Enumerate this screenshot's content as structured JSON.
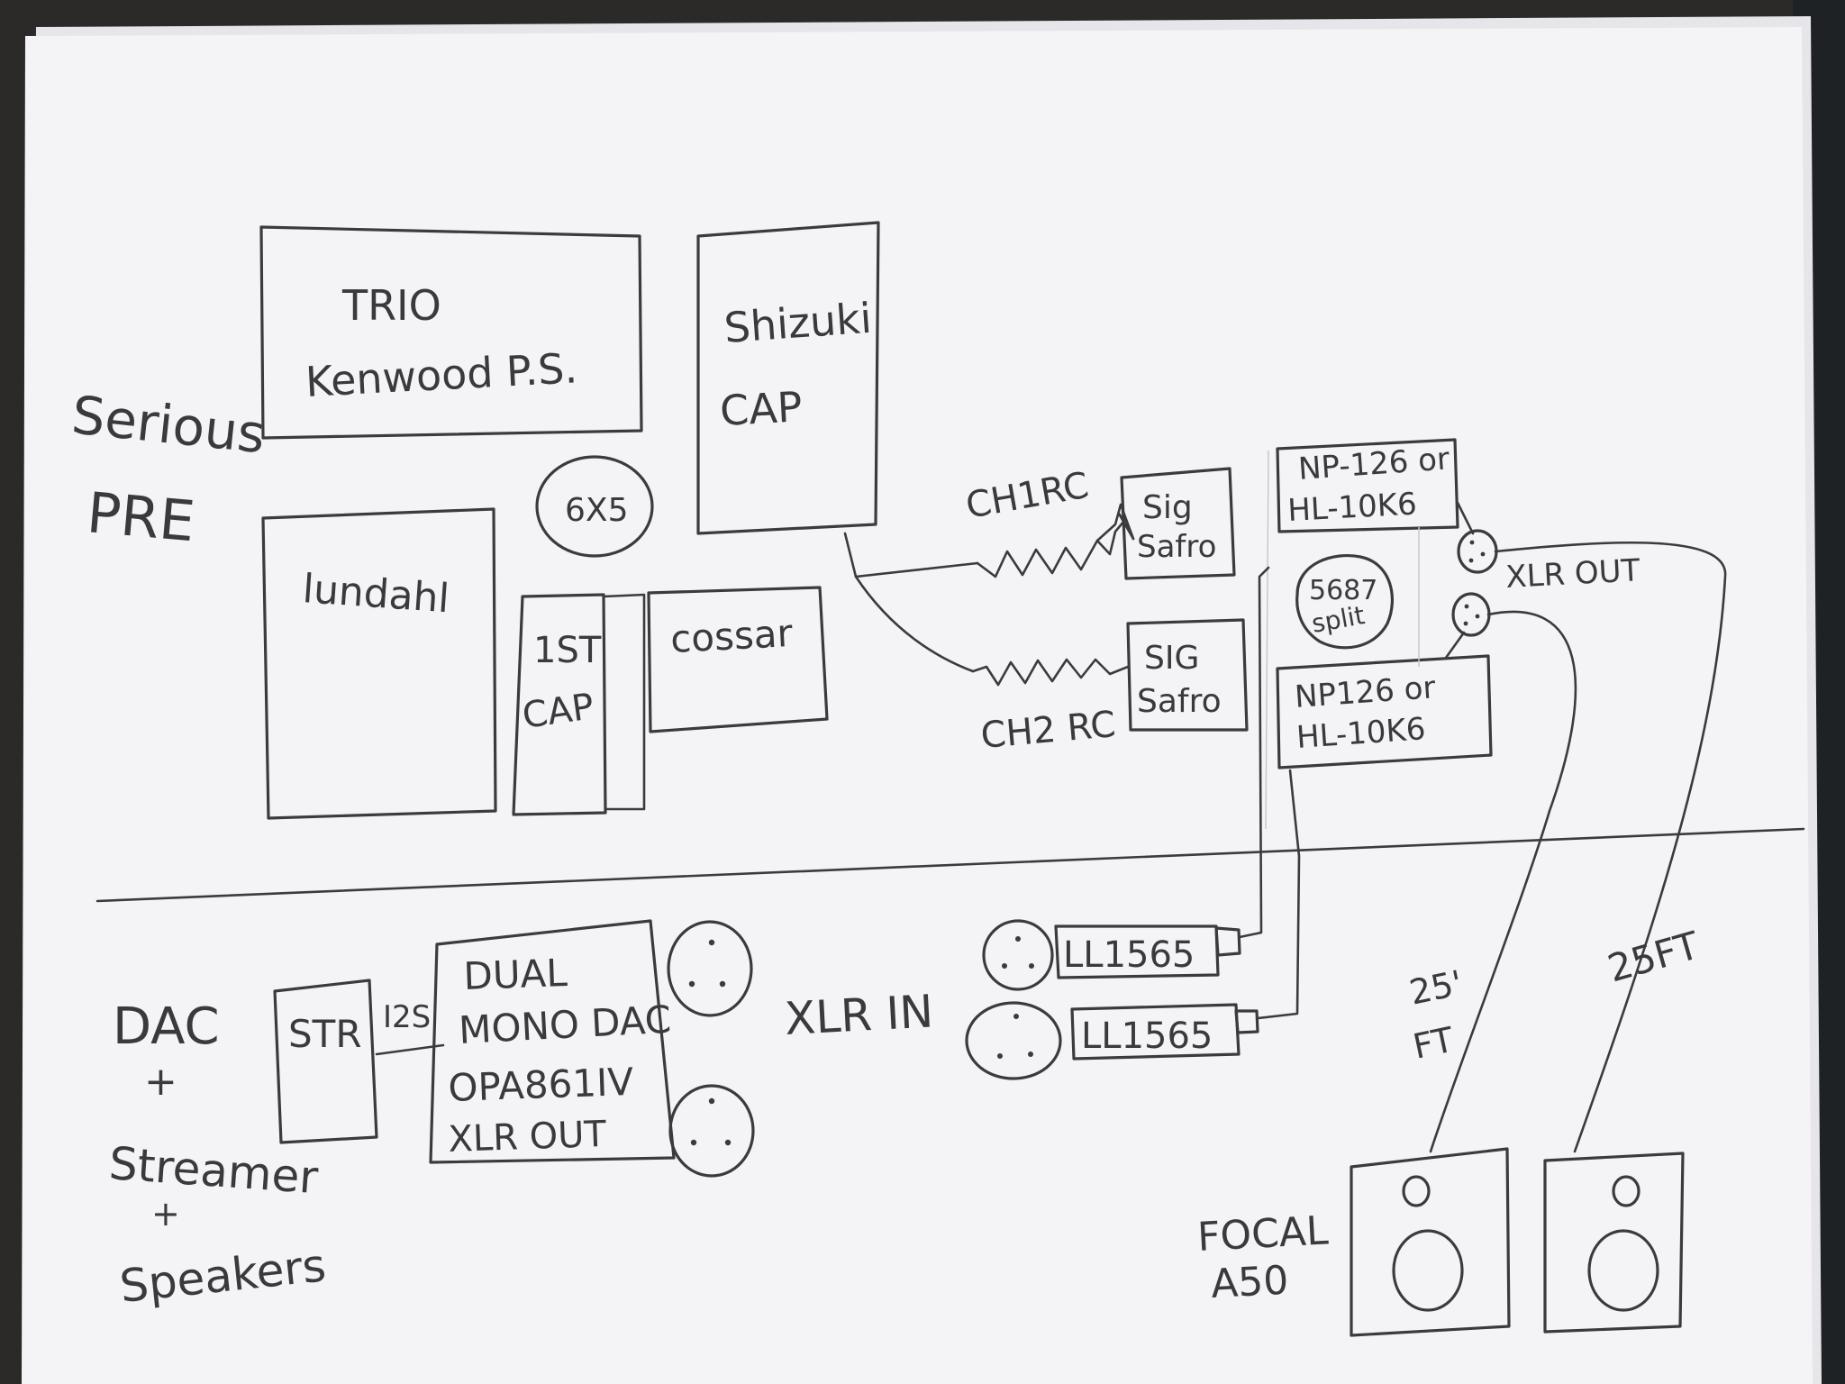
{
  "colors": {
    "paper": "#f4f4f6",
    "ink": "#3a3a3c",
    "background": "#2b2a28"
  },
  "preamp": {
    "section_label_1": "Serious",
    "section_label_2": "PRE",
    "ps_line1": "TRIO",
    "ps_line2": "Kenwood P.S.",
    "lundahl": "lundahl",
    "tube_6x5": "6X5",
    "shizuki_1": "Shizuki",
    "shizuki_2": "CAP",
    "first_cap_1": "1ST",
    "first_cap_2": "CAP",
    "cossar": "cossar",
    "ch1_rc": "CH1RC",
    "ch2_rc": "CH2 RC",
    "sig_safro_1a": "Sig",
    "sig_safro_1b": "Safro",
    "sig_safro_2a": "SIG",
    "sig_safro_2b": "Safro",
    "np126_top_1": "NP-126 or",
    "np126_top_2": "HL-10K6",
    "split_1": "5687",
    "split_2": "split",
    "np126_bot_1": "NP126 or",
    "np126_bot_2": "HL-10K6",
    "xlr_out": "XLR OUT"
  },
  "dac": {
    "section_1": "DAC",
    "section_2": "+",
    "section_3": "Streamer",
    "section_4": "+",
    "section_5": "Speakers",
    "str": "STR",
    "i2s": "I2S",
    "dual_1": "DUAL",
    "dual_2": "MONO DAC",
    "dual_3": "OPA861IV",
    "dual_4": "XLR OUT",
    "xlr_in": "XLR IN",
    "ll_top": "LL1565",
    "ll_bot": "LL1565",
    "cable_left_1": "25'",
    "cable_left_2": "FT",
    "cable_right": "25FT",
    "focal_1": "FOCAL",
    "focal_2": "A50"
  }
}
